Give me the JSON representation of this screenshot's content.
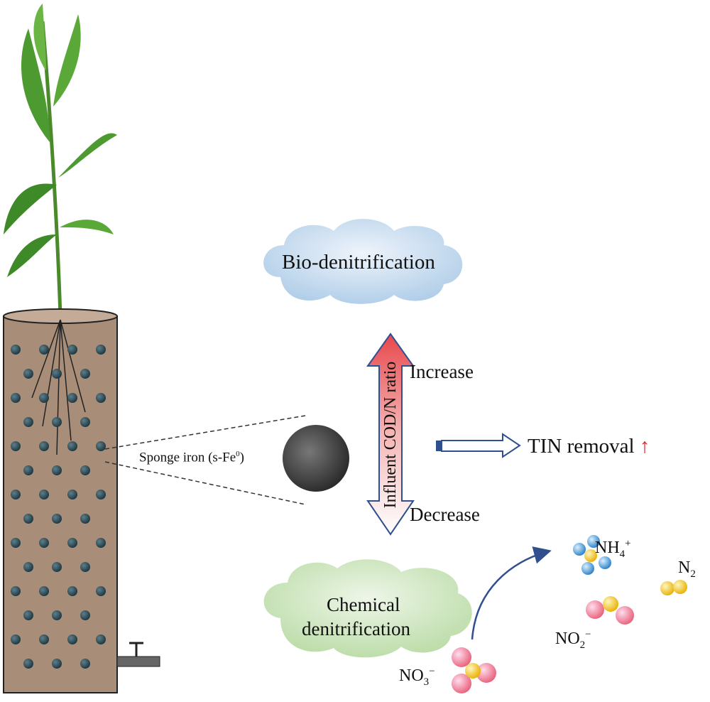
{
  "labels": {
    "bio": "Bio-denitrification",
    "chem_line1": "Chemical",
    "chem_line2": "denitrification",
    "ratio": "Influent COD/N ratio",
    "increase": "Increase",
    "decrease": "Decrease",
    "tin": "TIN removal",
    "tin_arrow": "↑",
    "sponge": "Sponge iron (s-Fe",
    "sponge_sup": "0",
    "sponge_close": ")",
    "nh4": "NH",
    "nh4_sub": "4",
    "nh4_sup": "+",
    "n2": "N",
    "n2_sub": "2",
    "no2": "NO",
    "no2_sub": "2",
    "no2_sup": "−",
    "no3": "NO",
    "no3_sub": "3",
    "no3_sup": "−"
  },
  "colors": {
    "bio_cloud": "#c5dcef",
    "chem_cloud": "#cfe6c0",
    "arrow_outline": "#2f4f8f",
    "red": "#e8262b",
    "column": "#a88d78"
  }
}
